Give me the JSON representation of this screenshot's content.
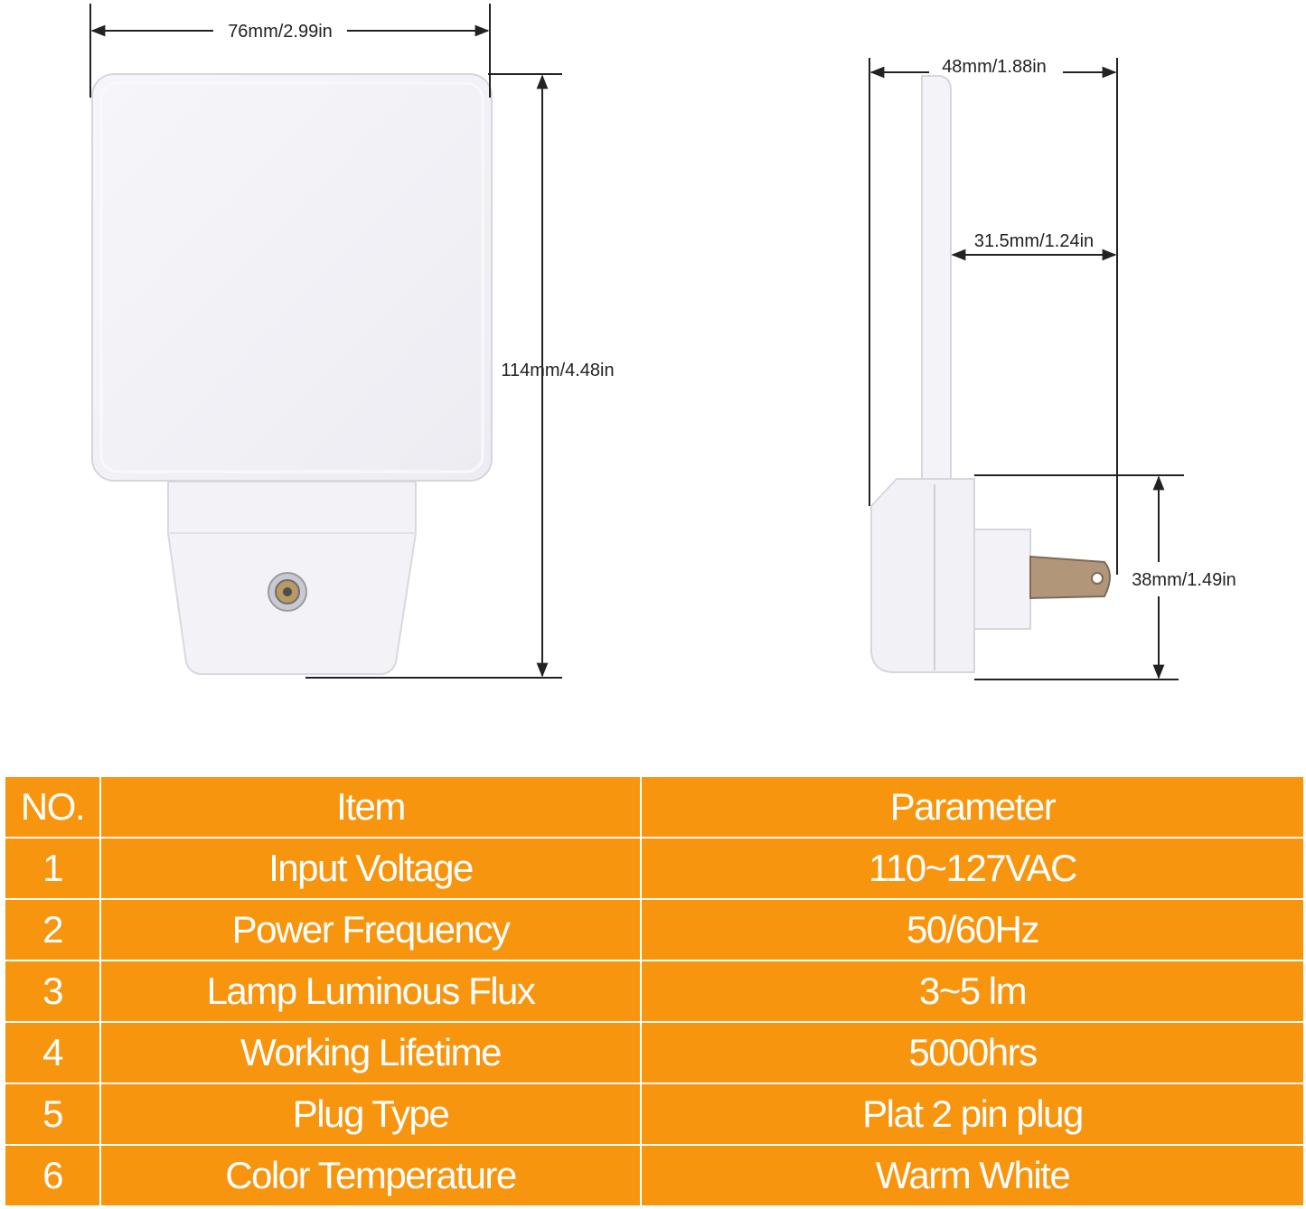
{
  "dimensions": {
    "width": "76mm/2.99in",
    "height": "114mm/4.48in",
    "depth_total": "48mm/1.88in",
    "depth_plug": "31.5mm/1.24in",
    "base_height": "38mm/1.49in"
  },
  "table": {
    "headers": {
      "no": "NO.",
      "item": "Item",
      "parameter": "Parameter"
    },
    "rows": [
      {
        "no": "1",
        "item": "Input Voltage",
        "parameter": "110~127VAC"
      },
      {
        "no": "2",
        "item": "Power Frequency",
        "parameter": "50/60Hz"
      },
      {
        "no": "3",
        "item": "Lamp Luminous Flux",
        "parameter": "3~5 lm"
      },
      {
        "no": "4",
        "item": "Working Lifetime",
        "parameter": "5000hrs"
      },
      {
        "no": "5",
        "item": "Plug Type",
        "parameter": "Plat 2 pin plug"
      },
      {
        "no": "6",
        "item": "Color Temperature",
        "parameter": "Warm White"
      }
    ],
    "colors": {
      "background": "#f7950f",
      "text": "#ffffff",
      "border": "#ffffff"
    }
  }
}
